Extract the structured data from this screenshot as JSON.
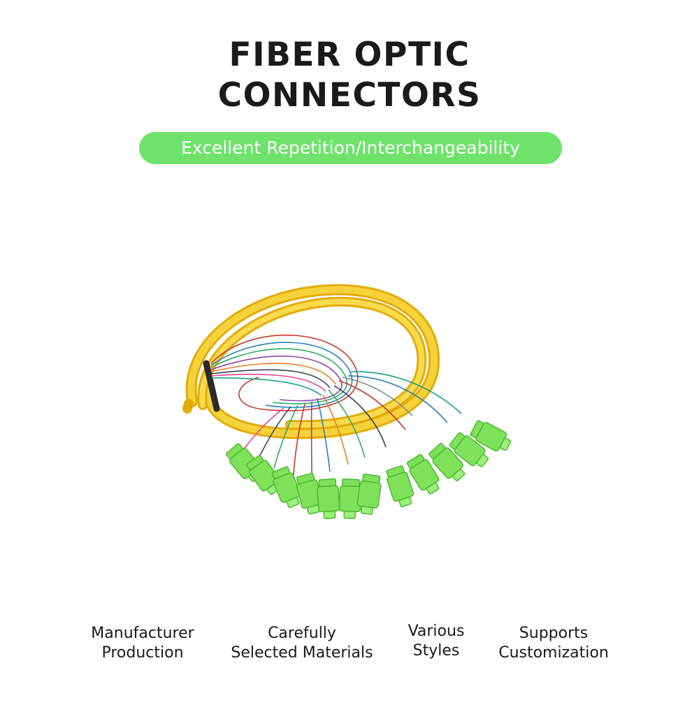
{
  "header": {
    "title_line1": "FIBER OPTIC",
    "title_line2": "CONNECTORS",
    "tagline": "Excellent Repetition/Interchangeability"
  },
  "product": {
    "image_name": "fiber-pigtail-bundle",
    "colors": {
      "jacket": "#f2c21a",
      "connector": "#7fe05a",
      "tagline_pill": "#6ee26b"
    }
  },
  "features": [
    {
      "line1": "Manufacturer",
      "line2": "Production"
    },
    {
      "line1": "Carefully",
      "line2": "Selected Materials"
    },
    {
      "line1": "Various",
      "line2": "Styles"
    },
    {
      "line1": "Supports",
      "line2": "Customization"
    }
  ]
}
